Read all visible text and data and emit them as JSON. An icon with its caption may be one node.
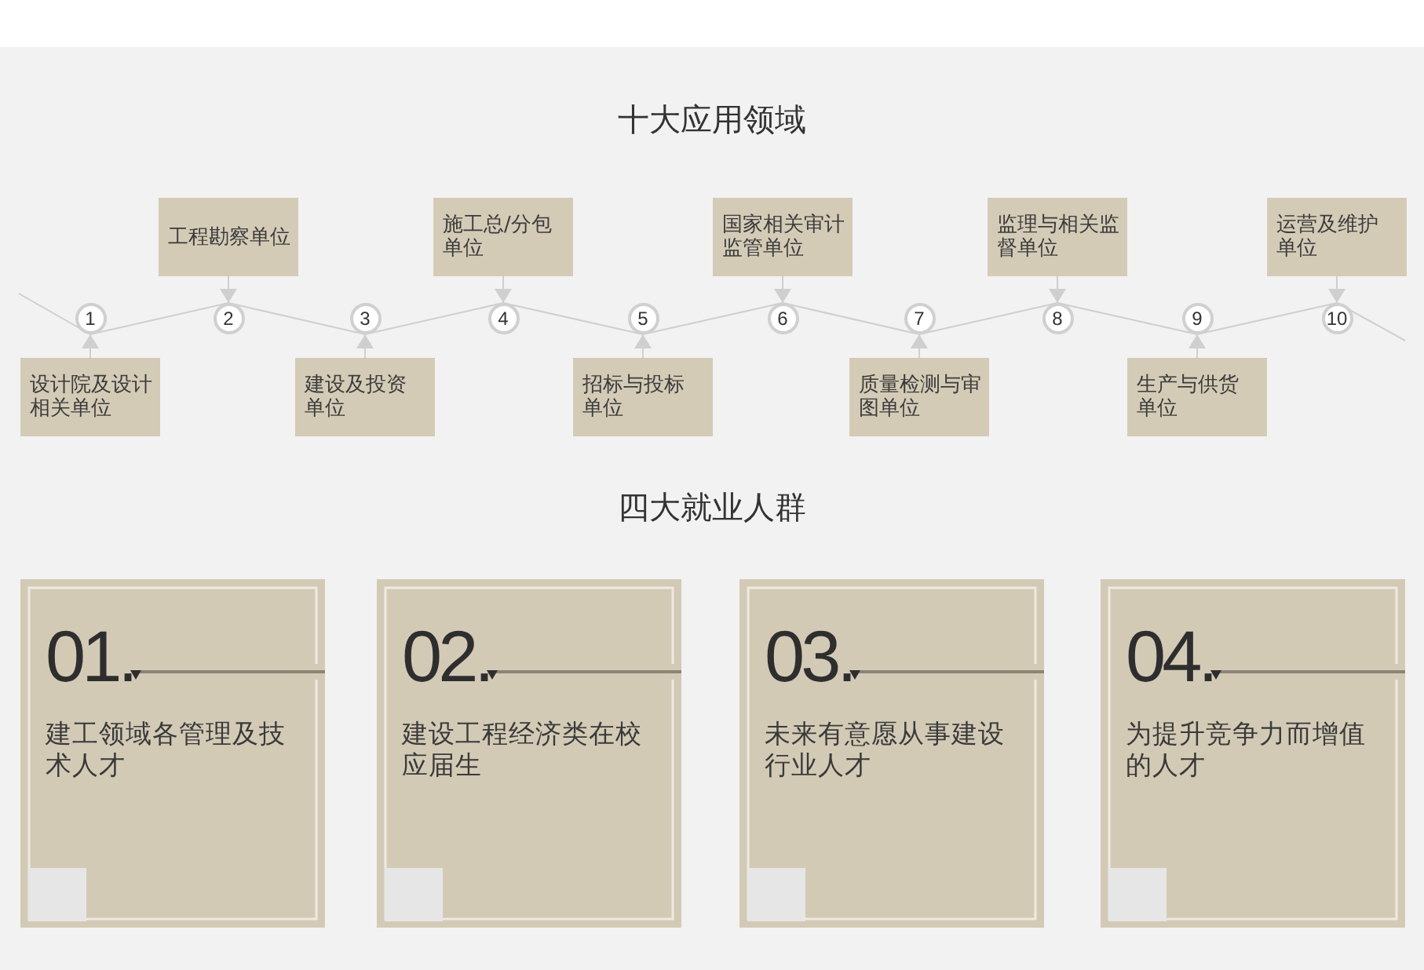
{
  "diagram": {
    "title": "十大应用领域",
    "nodes": [
      {
        "text": [
          "设计院及设计相关单位"
        ]
      },
      {
        "text": [
          "工程勘察单位"
        ]
      },
      {
        "text": [
          "建设及投资单位"
        ]
      },
      {
        "text": [
          "施工总/分包单位"
        ]
      },
      {
        "text": [
          "招标与投标单位"
        ]
      },
      {
        "text": [
          "国家相关审计监管单位"
        ]
      },
      {
        "text": [
          "质量检测与审图单位"
        ]
      },
      {
        "text": [
          "监理与相关监督单位"
        ]
      },
      {
        "text": [
          "生产与供货单位"
        ]
      },
      {
        "text": [
          "运营及维护单位"
        ]
      },
      {
        "text": [
          "1"
        ]
      },
      {
        "text": [
          "2"
        ]
      },
      {
        "text": [
          "3"
        ]
      },
      {
        "text": [
          "4"
        ]
      },
      {
        "text": [
          "5"
        ]
      },
      {
        "text": [
          "6"
        ]
      },
      {
        "text": [
          "7"
        ]
      },
      {
        "text": [
          "8"
        ]
      },
      {
        "text": [
          "9"
        ]
      },
      {
        "text": [
          "10"
        ]
      },
      {
        "text": [
          "01.",
          "建工领域各管理及技术人才"
        ]
      },
      {
        "text": [
          "02.",
          "建设工程经济类在校应届生"
        ]
      },
      {
        "text": [
          "03.",
          "未来有意愿从事建设行业人才"
        ]
      },
      {
        "text": [
          "04.",
          "为提升竞争力而增值的人才"
        ]
      }
    ],
    "edges": [
      {
        "from": null,
        "to": 10,
        "arrow": "none"
      },
      {
        "from": 10,
        "to": 11,
        "arrow": "none"
      },
      {
        "from": 11,
        "to": 12,
        "arrow": "none"
      },
      {
        "from": 12,
        "to": 13,
        "arrow": "none"
      },
      {
        "from": 13,
        "to": 14,
        "arrow": "none"
      },
      {
        "from": 14,
        "to": 15,
        "arrow": "none"
      },
      {
        "from": 15,
        "to": 16,
        "arrow": "none"
      },
      {
        "from": 16,
        "to": 17,
        "arrow": "none"
      },
      {
        "from": 17,
        "to": 18,
        "arrow": "none"
      },
      {
        "from": 18,
        "to": 19,
        "arrow": "none"
      },
      {
        "from": 19,
        "to": null,
        "arrow": "none"
      },
      {
        "from": 0,
        "to": 10,
        "arrow": "to"
      },
      {
        "from": 1,
        "to": 11,
        "arrow": "to"
      },
      {
        "from": 2,
        "to": 12,
        "arrow": "to"
      },
      {
        "from": 3,
        "to": 13,
        "arrow": "to"
      },
      {
        "from": 4,
        "to": 14,
        "arrow": "to"
      },
      {
        "from": 5,
        "to": 15,
        "arrow": "to"
      },
      {
        "from": 6,
        "to": 16,
        "arrow": "to"
      },
      {
        "from": 7,
        "to": 17,
        "arrow": "to"
      },
      {
        "from": 8,
        "to": 18,
        "arrow": "to"
      },
      {
        "from": 9,
        "to": 19,
        "arrow": "to"
      }
    ],
    "labels": [
      "四大就业人群"
    ]
  }
}
